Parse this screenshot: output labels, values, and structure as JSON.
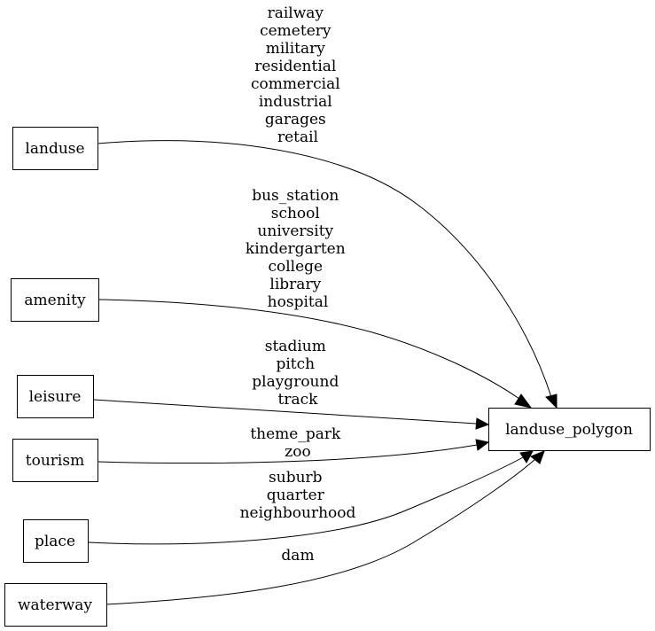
{
  "nodes": {
    "landuse": "landuse",
    "amenity": "amenity",
    "leisure": "leisure",
    "tourism": "tourism",
    "place": "place",
    "waterway": "waterway",
    "target": "landuse_polygon"
  },
  "edges": {
    "landuse": [
      "railway",
      "cemetery",
      "military",
      "residential",
      "commercial",
      "industrial",
      "garages",
      "retail"
    ],
    "amenity": [
      "bus_station",
      "school",
      "university",
      "kindergarten",
      "college",
      "library",
      "hospital"
    ],
    "leisure": [
      "stadium",
      "pitch",
      "playground",
      "track"
    ],
    "tourism": [
      "theme_park",
      "zoo"
    ],
    "place": [
      "suburb",
      "quarter",
      "neighbourhood"
    ],
    "waterway": [
      "dam"
    ]
  }
}
